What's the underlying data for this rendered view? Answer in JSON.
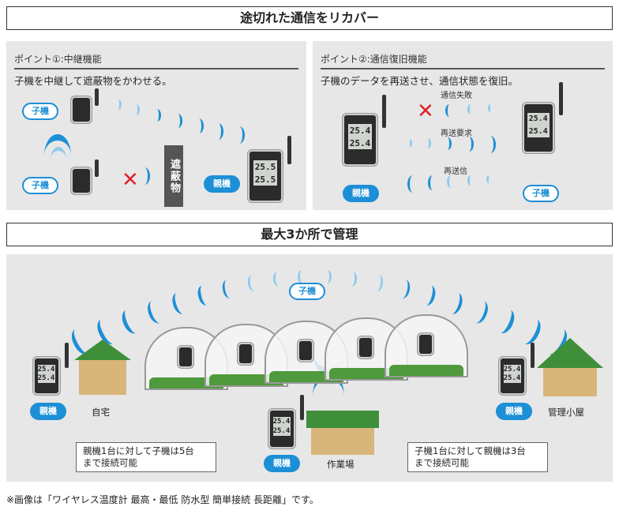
{
  "section1": {
    "title": "途切れた通信をリカバー"
  },
  "point1": {
    "heading": "ポイント①:中継機能",
    "subtitle": "子機を中継して遮蔽物をかわせる。",
    "child_label": "子機",
    "parent_label": "親機",
    "obstacle": "遮蔽物",
    "lcd": [
      "25.5",
      "25.5"
    ]
  },
  "point2": {
    "heading": "ポイント②:通信復旧機能",
    "subtitle": "子機のデータを再送させ、通信状態を復旧。",
    "step1": "通信失敗",
    "step2": "再送要求",
    "step3": "再送信",
    "parent_label": "親機",
    "child_label": "子機",
    "lcd": [
      "25.4",
      "25.4"
    ]
  },
  "section2": {
    "title": "最大3か所で管理"
  },
  "manage": {
    "child_label": "子機",
    "parent_label": "親機",
    "home": "自宅",
    "hut": "管理小屋",
    "workshop": "作業場",
    "note_left": [
      "親機1台に対して子機は5台",
      "まで接続可能"
    ],
    "note_right": [
      "子機1台に対して親機は3台",
      "まで接続可能"
    ],
    "lcd": [
      "25.4",
      "25.4"
    ]
  },
  "footnote": "※画像は「ワイヤレス温度計 最高・最低 防水型 簡単接続 長距離」です。",
  "colors": {
    "blue": "#1d8fd6",
    "light_blue": "#8fcbee",
    "red": "#e0242b",
    "green": "#3f8f3a",
    "panel": "#e7e7e7"
  }
}
